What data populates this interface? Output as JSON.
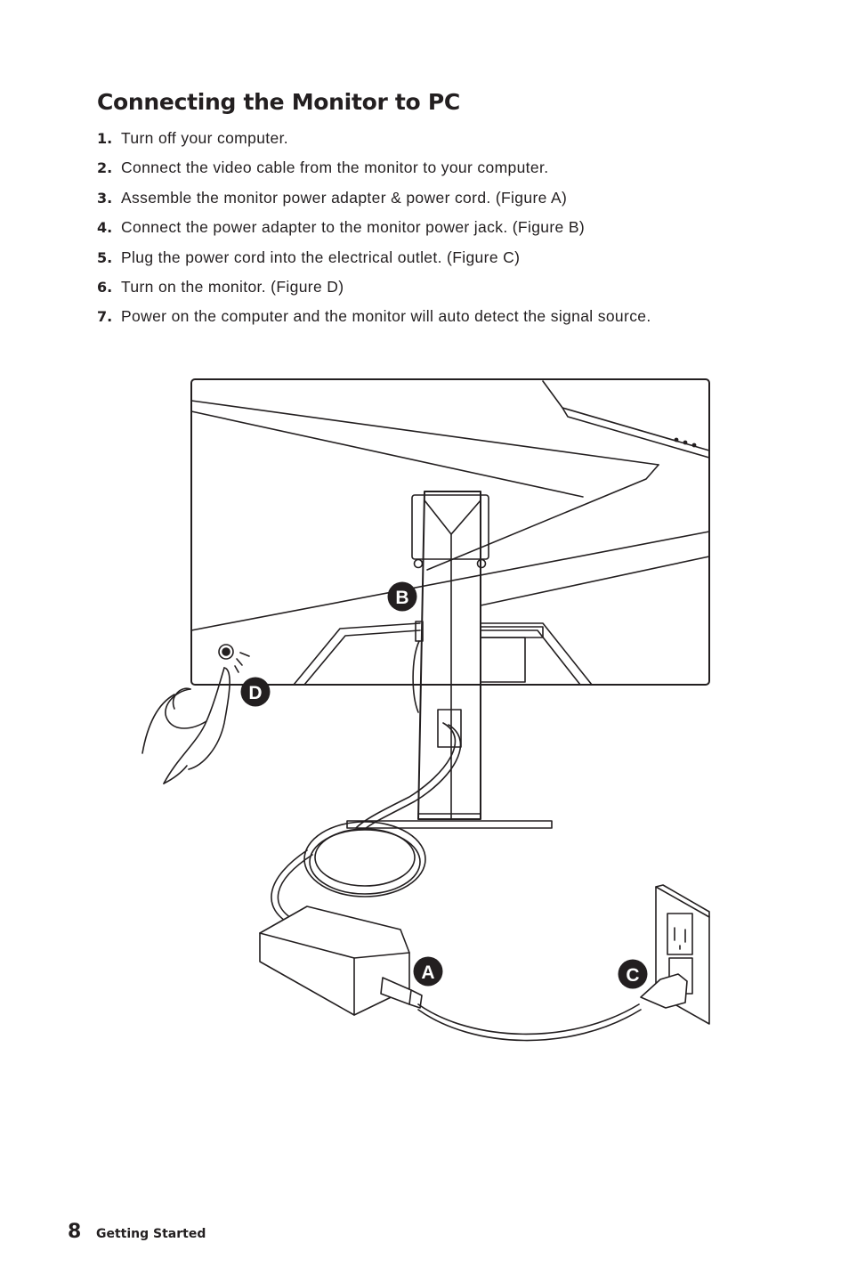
{
  "title": "Connecting the Monitor to PC",
  "steps": [
    {
      "num": "1.",
      "text": "Turn off your computer."
    },
    {
      "num": "2.",
      "text": "Connect the video cable from the monitor to your computer."
    },
    {
      "num": "3.",
      "text": "Assemble the monitor power adapter & power cord. (Figure A)"
    },
    {
      "num": "4.",
      "text": "Connect the power adapter to the monitor power jack. (Figure B)"
    },
    {
      "num": "5.",
      "text": "Plug the power cord into the electrical outlet. (Figure C)"
    },
    {
      "num": "6.",
      "text": "Turn on the monitor. (Figure D)"
    },
    {
      "num": "7.",
      "text": "Power on the computer and the monitor will auto detect the signal source."
    }
  ],
  "figure": {
    "callouts": {
      "a": "A",
      "b": "B",
      "c": "C",
      "d": "D"
    }
  },
  "footer": {
    "page_number": "8",
    "section": "Getting Started"
  }
}
